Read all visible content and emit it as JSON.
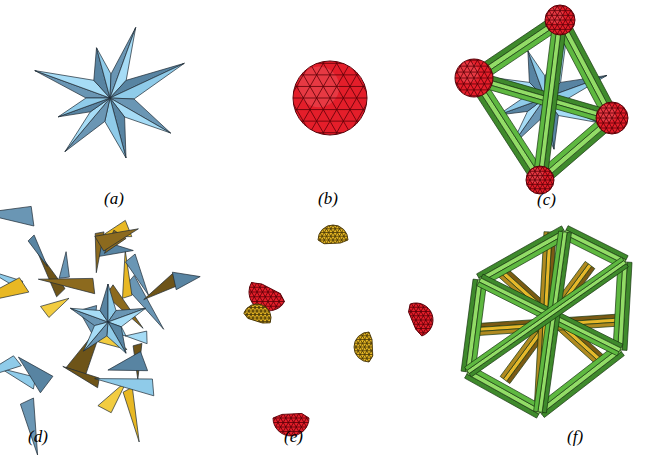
{
  "diagram": {
    "labels": [
      "(a)",
      "(b)",
      "(c)",
      "(d)",
      "(e)",
      "(f)"
    ]
  }
}
